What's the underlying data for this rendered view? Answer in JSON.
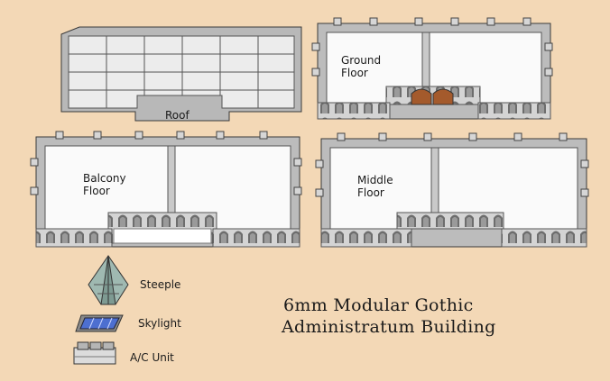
{
  "title_lines": [
    "6mm Modular Gothic",
    "Administratum Building"
  ],
  "labels": {
    "roof": "Roof",
    "ground_floor": [
      "Ground",
      "Floor"
    ],
    "balcony_floor": [
      "Balcony",
      "Floor"
    ],
    "middle_floor": [
      "Middle",
      "Floor"
    ]
  },
  "accessories": [
    "Steeple",
    "Skylight",
    "A/C Unit"
  ],
  "colors": {
    "background": "#f3d8b6",
    "wall": "#c9c9c9",
    "wall_top": "#e2e2e2",
    "floor": "#fafafa",
    "outline": "#3a3a3a",
    "door": "#a45a2c",
    "skylight_glass": "#4d6fd0"
  },
  "icons": [
    "steeple-icon",
    "skylight-icon",
    "ac-unit-icon"
  ]
}
